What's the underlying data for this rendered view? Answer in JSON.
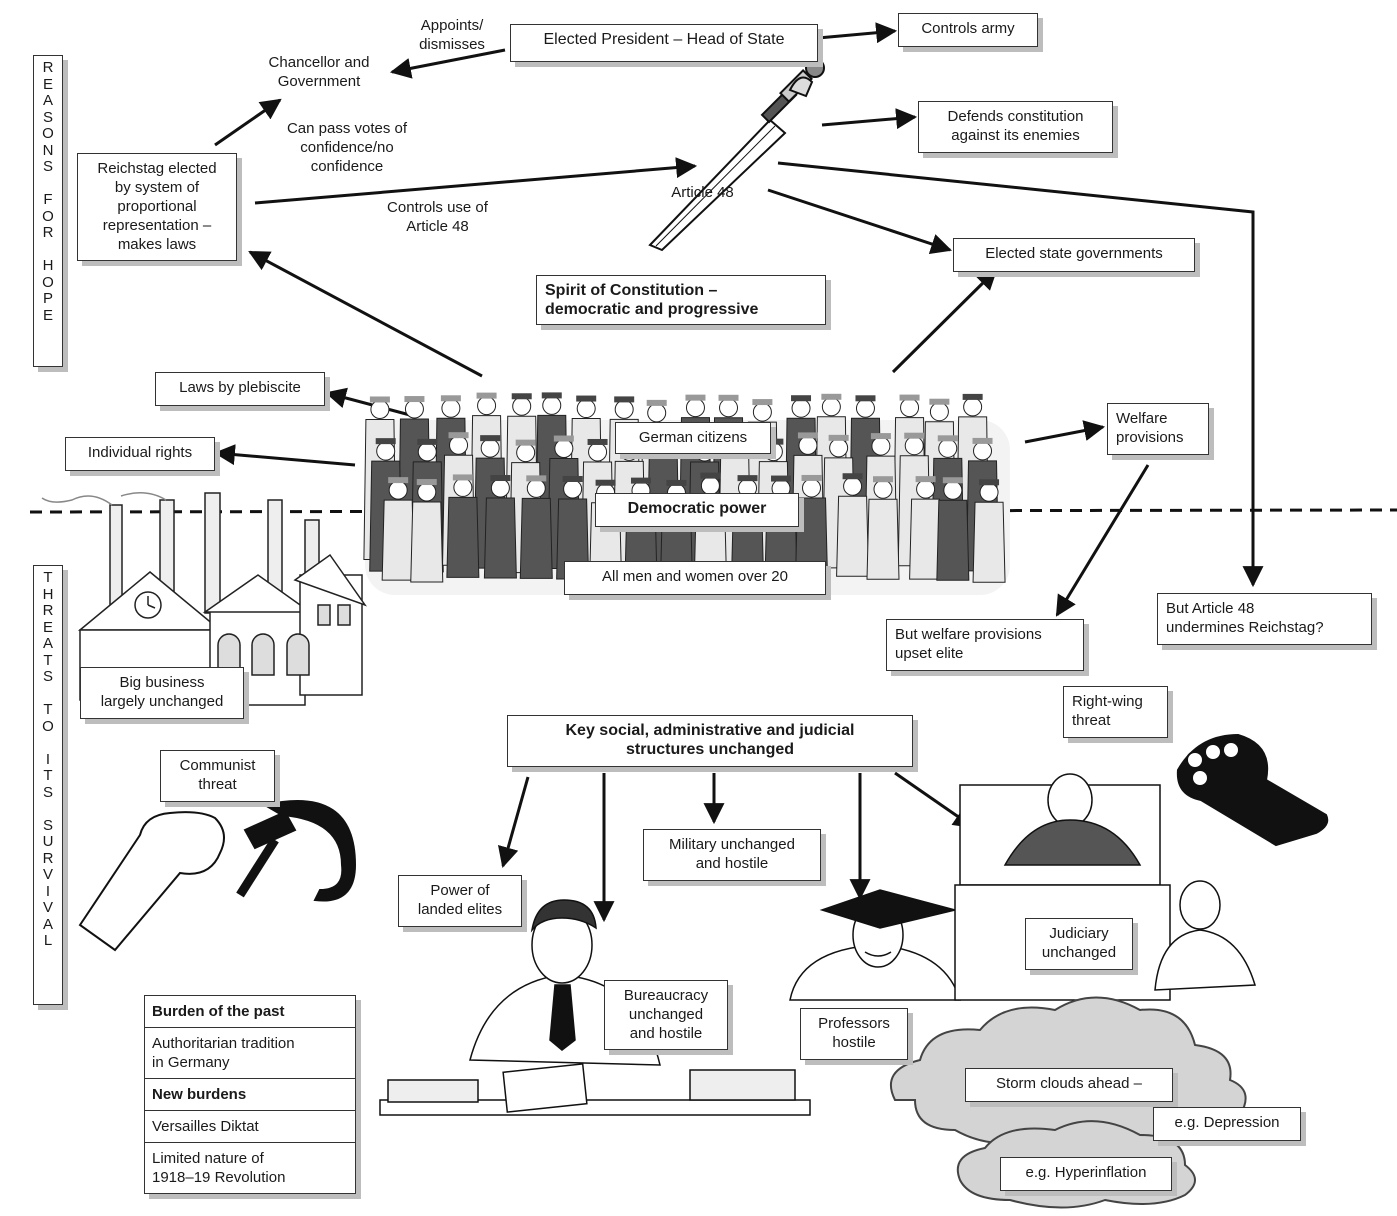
{
  "side_labels": {
    "hope": "REASONS FOR HOPE",
    "threats": "THREATS TO ITS SURVIVAL"
  },
  "top": {
    "president": "Elected President – Head of State",
    "controls_army": "Controls army",
    "appoints": "Appoints/\ndismisses",
    "chancellor": "Chancellor and\nGovernment",
    "votes": "Can pass votes of\nconfidence/no\nconfidence",
    "reichstag": "Reichstag elected\nby system of\nproportional\nrepresentation –\nmakes laws",
    "controls_art48": "Controls use of\nArticle 48",
    "article48": "Article 48",
    "defends": "Defends constitution\nagainst its enemies",
    "state_govts": "Elected state governments",
    "spirit": "Spirit of Constitution –\ndemocratic and progressive"
  },
  "middle": {
    "plebiscite": "Laws by plebiscite",
    "rights": "Individual rights",
    "citizens": "German citizens",
    "democratic_power": "Democratic power",
    "suffrage": "All men and women over 20",
    "welfare": "Welfare\nprovisions",
    "welfare_upset": "But welfare provisions\nupset elite",
    "art48_undermines": "But Article 48\nundermines Reichstag?"
  },
  "bottom": {
    "big_business": "Big business\nlargely unchanged",
    "communist": "Communist\nthreat",
    "right_wing": "Right-wing\nthreat",
    "key_structures": "Key social, administrative and judicial\nstructures unchanged",
    "landed_elites": "Power of\nlanded elites",
    "military": "Military unchanged\nand hostile",
    "bureaucracy": "Bureaucracy\nunchanged\nand hostile",
    "professors": "Professors\nhostile",
    "judiciary": "Judiciary\nunchanged",
    "storm": "Storm clouds ahead –",
    "depression": "e.g. Depression",
    "hyperinflation": "e.g. Hyperinflation"
  },
  "burden": {
    "past_title": "Burden of the past",
    "authoritarian": "Authoritarian tradition\nin Germany",
    "new_title": "New burdens",
    "versailles": "Versailles Diktat",
    "revolution": "Limited nature of\n1918–19 Revolution"
  }
}
